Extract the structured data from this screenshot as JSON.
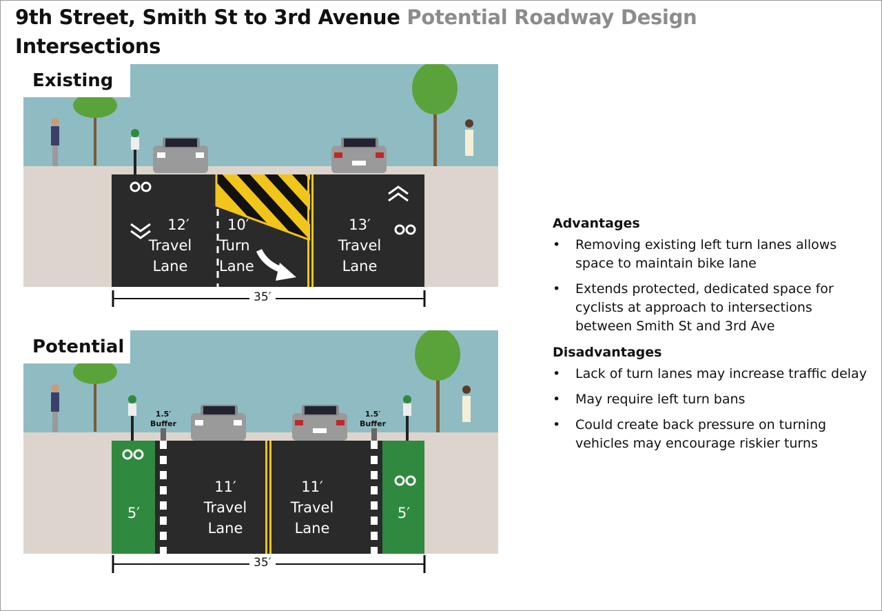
{
  "header": {
    "title_main": "9th Street, Smith St to 3rd Avenue",
    "title_sub": "Potential Roadway Design",
    "title_line2": "Intersections"
  },
  "existing": {
    "label": "Existing",
    "lanes": [
      {
        "width": "12′",
        "name": "Travel Lane"
      },
      {
        "width": "10′",
        "name": "Turn Lane"
      },
      {
        "width": "13′",
        "name": "Travel Lane"
      }
    ],
    "total_width": "35′"
  },
  "potential": {
    "label": "Potential",
    "bike_lane_left": "5′",
    "bike_lane_right": "5′",
    "buffer_left": [
      "1.5′",
      "Buffer"
    ],
    "buffer_right": [
      "1.5′",
      "Buffer"
    ],
    "lanes": [
      {
        "width": "11′",
        "name": "Travel Lane"
      },
      {
        "width": "11′",
        "name": "Travel Lane"
      }
    ],
    "total_width": "35′"
  },
  "notes": {
    "advantages_heading": "Advantages",
    "advantages": [
      "Removing existing left turn lanes allows space to maintain bike lane",
      "Extends protected, dedicated space for cyclists at approach to intersections between Smith St and 3rd Ave"
    ],
    "disadvantages_heading": "Disadvantages",
    "disadvantages": [
      "Lack of turn lanes may increase traffic delay",
      "May require left turn bans",
      "Could create back pressure on turning vehicles may encourage riskier turns"
    ]
  },
  "colors": {
    "sky": "#8fbcc3",
    "sidewalk": "#ddd5cd",
    "asphalt": "#2a2a2a",
    "bike_green": "#2f8a3f",
    "yellow": "#f2c51b",
    "tree": "#5aa33a"
  }
}
